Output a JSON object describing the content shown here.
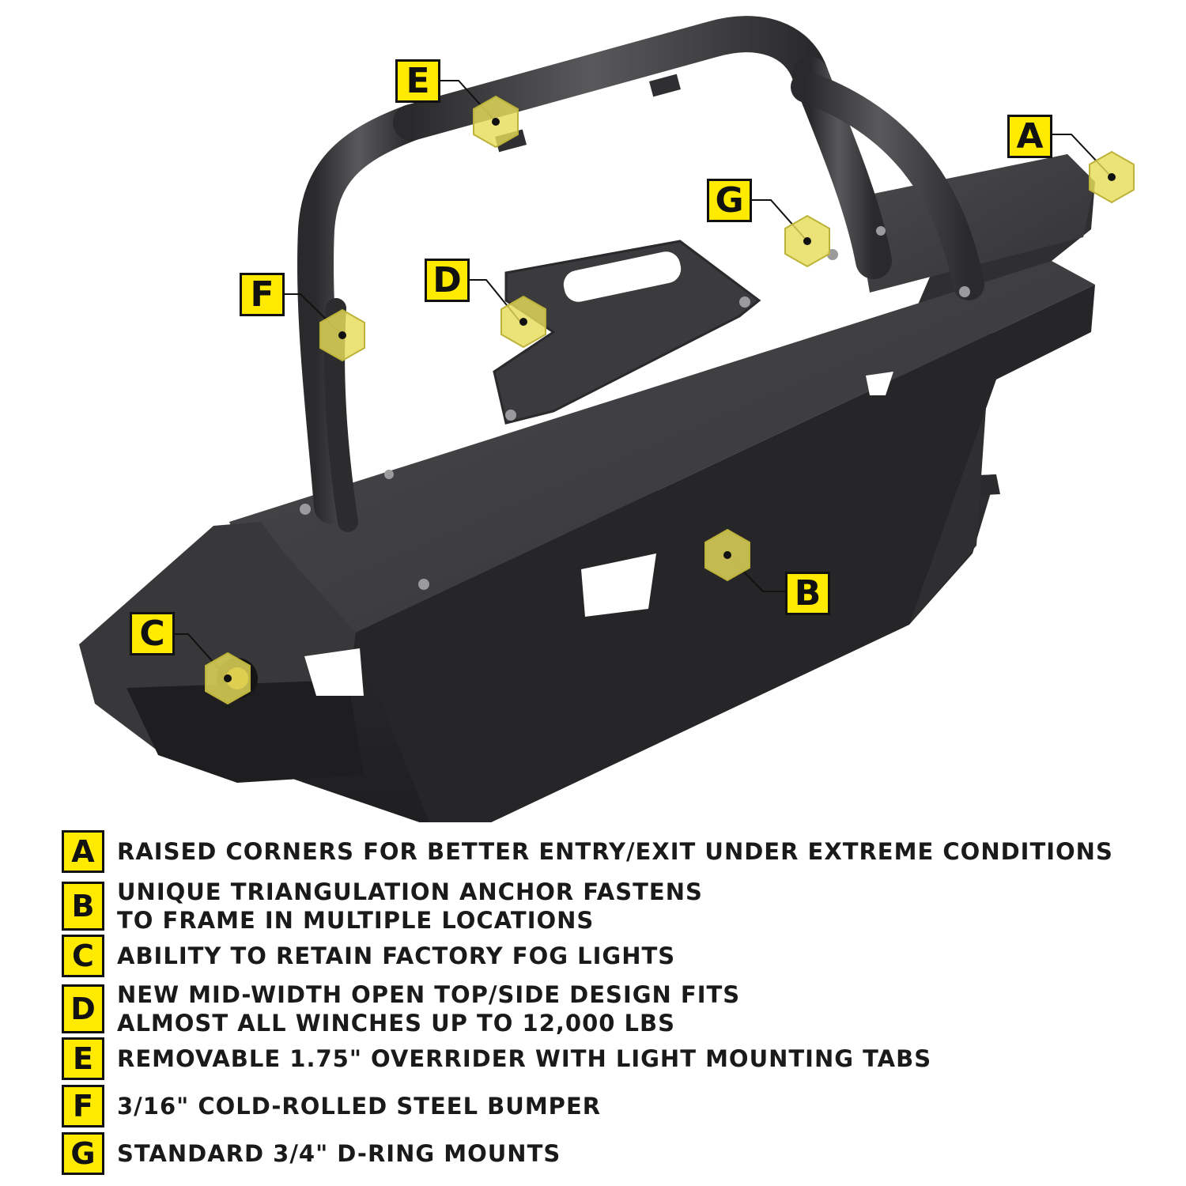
{
  "colors": {
    "callout_fill": "#ffea00",
    "callout_border": "#111111",
    "marker_fill": "#e6dd5a",
    "bumper_steel": "#3a3a3c"
  },
  "callouts": [
    {
      "letter": "A"
    },
    {
      "letter": "B"
    },
    {
      "letter": "C"
    },
    {
      "letter": "D"
    },
    {
      "letter": "E"
    },
    {
      "letter": "F"
    },
    {
      "letter": "G"
    }
  ],
  "legend": [
    {
      "letter": "A",
      "lines": [
        "RAISED CORNERS FOR BETTER ENTRY/EXIT UNDER EXTREME CONDITIONS"
      ]
    },
    {
      "letter": "B",
      "lines": [
        "UNIQUE TRIANGULATION ANCHOR FASTENS",
        "TO FRAME IN MULTIPLE LOCATIONS"
      ]
    },
    {
      "letter": "C",
      "lines": [
        "ABILITY TO RETAIN FACTORY FOG LIGHTS"
      ]
    },
    {
      "letter": "D",
      "lines": [
        "NEW MID-WIDTH OPEN TOP/SIDE DESIGN FITS",
        "ALMOST ALL WINCHES UP TO 12,000 LBS"
      ]
    },
    {
      "letter": "E",
      "lines": [
        "REMOVABLE 1.75\" OVERRIDER WITH LIGHT MOUNTING TABS"
      ]
    },
    {
      "letter": "F",
      "lines": [
        "3/16\" COLD-ROLLED STEEL BUMPER"
      ]
    },
    {
      "letter": "G",
      "lines": [
        "STANDARD 3/4\" D-RING MOUNTS"
      ]
    }
  ]
}
